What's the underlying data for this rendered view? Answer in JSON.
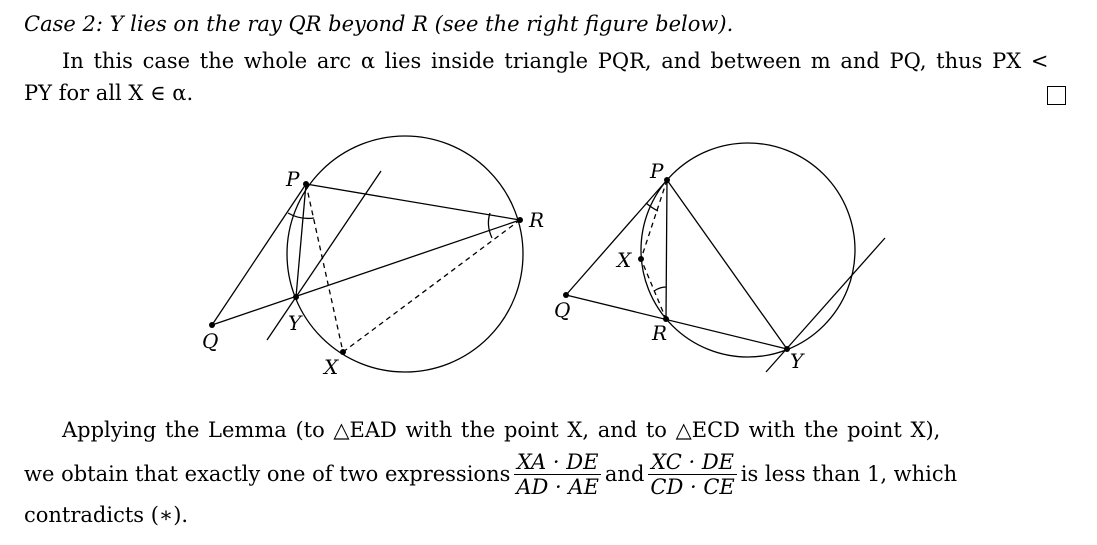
{
  "case_heading": "Case 2: Y lies on the ray QR beyond R (see the right figure below).",
  "para1_line1": "In this case the whole arc α lies inside triangle PQR, and between m and PQ, thus PX <",
  "para1_line2": "PY for all X ∈ α.",
  "figure_left_labels": {
    "P": "P",
    "R": "R",
    "Q": "Q",
    "Y": "Y",
    "X": "X"
  },
  "figure_right_labels": {
    "P": "P",
    "R": "R",
    "Q": "Q",
    "Y": "Y",
    "X": "X"
  },
  "para2_line1": "Applying the Lemma (to △EAD with the point X, and to △ECD with the point X),",
  "para2_line2_a": "we obtain that exactly one of two expressions",
  "frac1": {
    "num": "XA · DE",
    "den": "AD · AE"
  },
  "para2_line2_b": "and",
  "frac2": {
    "num": "XC · DE",
    "den": "CD · CE"
  },
  "para2_line2_c": "is less than 1, which",
  "para2_line3": "contradicts (∗)."
}
